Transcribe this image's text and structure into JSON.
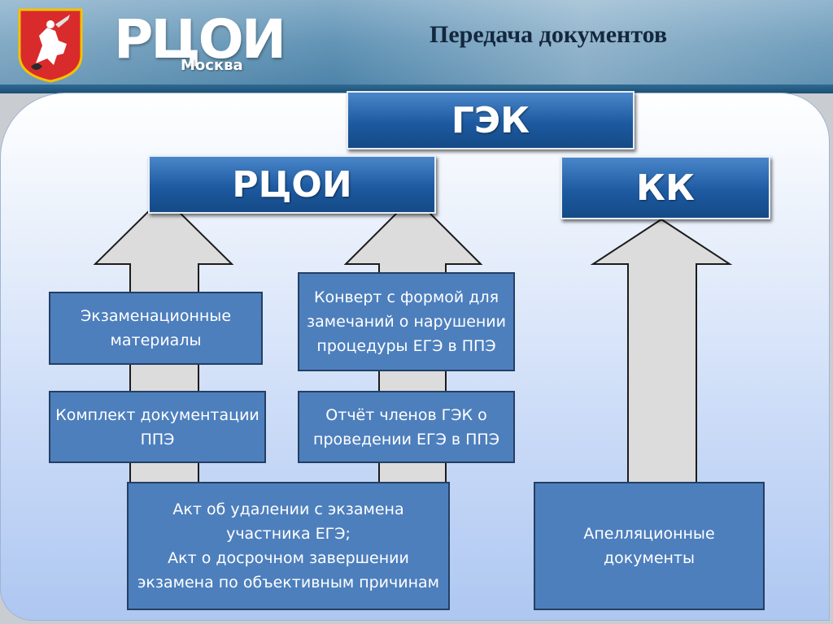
{
  "header": {
    "logo": "РЦОИ",
    "logo_sub": "Москва",
    "title": "Передача документов"
  },
  "diagram": {
    "nodes": {
      "gek": "ГЭК",
      "rcoi": "РЦОИ",
      "kk": "КК"
    },
    "docs": [
      "Экзаменационные материалы",
      "Конверт с формой для замечаний о нарушении процедуры ЕГЭ в ППЭ",
      "Комплект документации ППЭ",
      "Отчёт членов ГЭК о проведении ЕГЭ в ППЭ",
      "Акт об удалении с экзамена участника ЕГЭ;\nАкт о досрочном завершении экзамена по объективным причинам",
      "Апелляционные документы"
    ],
    "edges": [
      {
        "from": "docs-left",
        "to": "rcoi"
      },
      {
        "from": "docs-middle",
        "to": "rcoi"
      },
      {
        "from": "appeals",
        "to": "kk"
      }
    ]
  },
  "colors": {
    "node_blue": "#1d5aa1",
    "doc_blue": "#4d7fbd",
    "arrow_fill": "#dcdcdc"
  }
}
